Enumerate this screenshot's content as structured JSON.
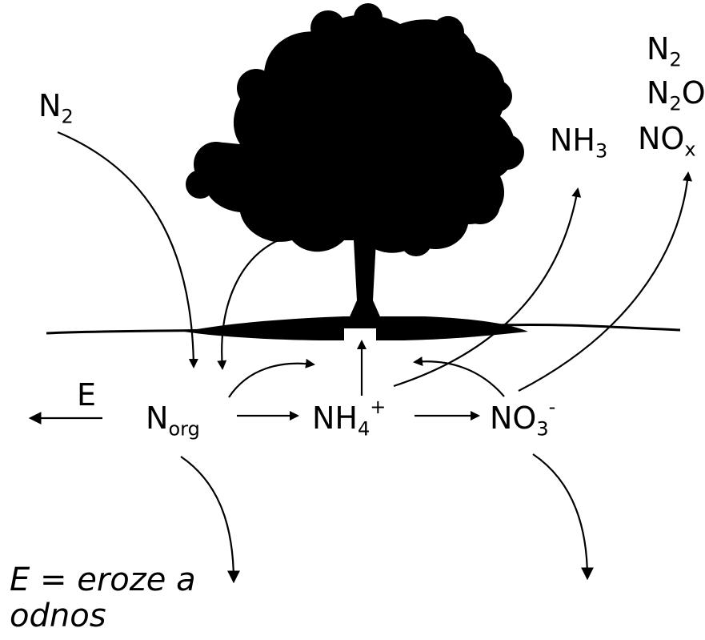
{
  "labels": {
    "n2_in": {
      "base": "N",
      "sub": "2"
    },
    "nh3": {
      "base": "NH",
      "sub": "3"
    },
    "gases": [
      {
        "base": "N",
        "sub": "2",
        "tail": ""
      },
      {
        "base": "N",
        "sub": "2",
        "tail": "O"
      },
      {
        "base": "NO",
        "sub": "x",
        "tail": ""
      }
    ],
    "erosion": "E",
    "norg": {
      "base": "N",
      "sub": "org"
    },
    "nh4": {
      "base": "NH",
      "sub": "4",
      "sup": "+"
    },
    "no3": {
      "base": "NO",
      "sub": "3",
      "sup": "-"
    }
  },
  "legend": "E = eroze a odnos",
  "colors": {
    "ink": "#000000",
    "background": "#ffffff"
  }
}
